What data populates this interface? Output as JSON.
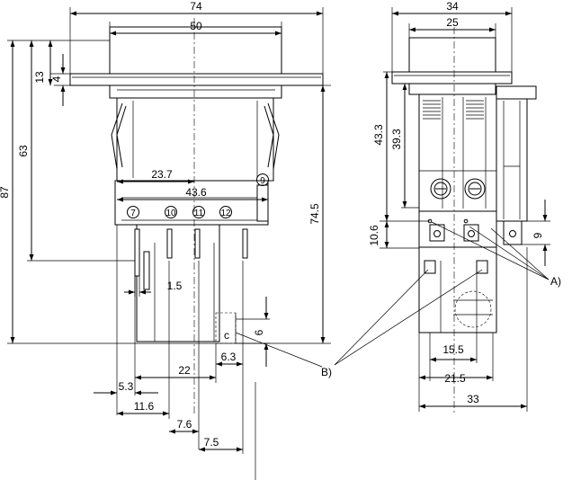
{
  "dimensions": {
    "d74": "74",
    "d50": "50",
    "d13": "13",
    "d4": "4",
    "d87": "87",
    "d63": "63",
    "d23_7": "23.7",
    "d43_6": "43.6",
    "d74_5": "74.5",
    "d1_5": "1.5",
    "d22": "22",
    "d6_3": "6.3",
    "d6": "6",
    "d5_3": "5.3",
    "d11_6": "11.6",
    "d7_6": "7.6",
    "d7_5": "7.5",
    "d34": "34",
    "d25": "25",
    "d43_3": "43.3",
    "d39_3": "39.3",
    "d10_6": "10.6",
    "d9": "9",
    "d15_5": "15.5",
    "d21_5": "21.5",
    "d33": "33"
  },
  "terminals": {
    "t7": "7",
    "t9": "9",
    "t10": "10",
    "t11": "11",
    "t12": "12"
  },
  "callouts": {
    "a": "A)",
    "b": "B)",
    "c": "c"
  }
}
